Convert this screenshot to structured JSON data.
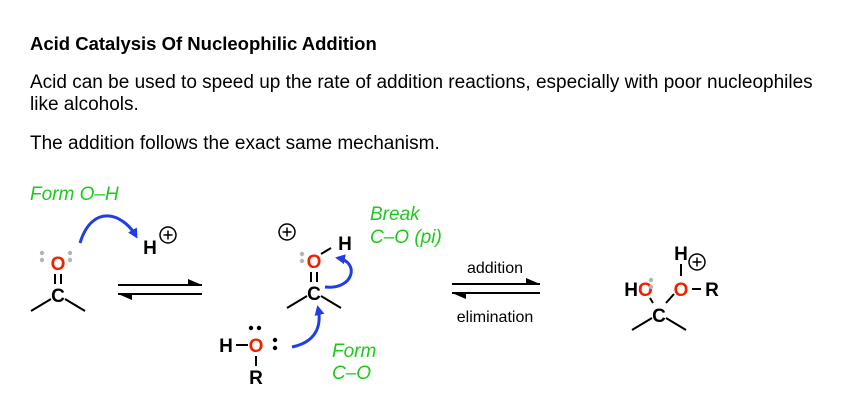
{
  "header": {
    "title": "Acid Catalysis Of Nucleophilic Addition",
    "paragraph1": "Acid can be used to speed up the rate of addition reactions, especially with poor nucleophiles like alcohols.",
    "paragraph2": "The addition follows the exact same mechanism."
  },
  "annotations": {
    "form_oh": "Form O–H",
    "break_line1": "Break",
    "break_line2": "C–O (pi)",
    "form_co_line1": "Form",
    "form_co_line2": "C–O"
  },
  "arrows": {
    "forward": "addition",
    "reverse": "elimination"
  },
  "atoms": {
    "oxygen": "O",
    "carbon": "C",
    "hydrogen": "H",
    "r_group": "R",
    "hydroxyl": "HO",
    "plus": "+",
    "lone_pair_dots": "..",
    "colon": ":"
  },
  "colors": {
    "oxygen": "#ee2200",
    "annotation": "#1ec81e",
    "arrow": "#1f3ee6",
    "lone_pair": "#b4b4b4"
  }
}
